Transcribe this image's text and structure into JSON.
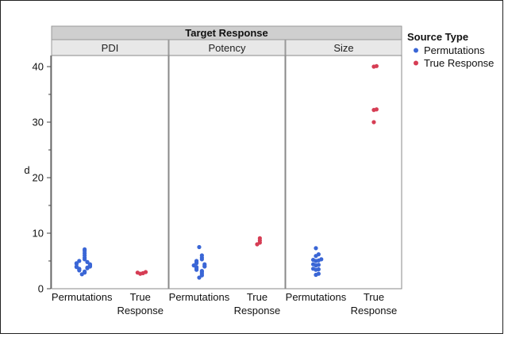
{
  "chart_data": {
    "type": "scatter",
    "title": "Target Response",
    "ylabel": "d",
    "ylim": [
      0,
      42
    ],
    "yticks": [
      0,
      10,
      20,
      30,
      40
    ],
    "grid": false,
    "legend_position": "right",
    "legend": {
      "title": "Source Type",
      "entries": [
        {
          "name": "Permutations",
          "color": "#3a66d6"
        },
        {
          "name": "True Response",
          "color": "#d63d54"
        }
      ]
    },
    "categories": [
      "Permutations",
      "True Response"
    ],
    "category_labels": [
      [
        "Permutations"
      ],
      [
        "True",
        "Response"
      ]
    ],
    "panels": [
      {
        "name": "PDI",
        "series": [
          {
            "name": "Permutations",
            "values": [
              2.6,
              2.9,
              3.1,
              3.3,
              3.5,
              3.6,
              3.7,
              3.8,
              3.9,
              4.0,
              4.0,
              4.1,
              4.2,
              4.3,
              4.4,
              4.5,
              4.6,
              4.8,
              5.0,
              5.3,
              5.6,
              6.0,
              6.4,
              6.8,
              7.1
            ]
          },
          {
            "name": "True Response",
            "values": [
              2.7,
              2.8,
              2.9,
              3.0
            ]
          }
        ]
      },
      {
        "name": "Potency",
        "series": [
          {
            "name": "Permutations",
            "values": [
              2.0,
              2.4,
              2.7,
              3.0,
              3.2,
              3.4,
              3.6,
              3.8,
              3.9,
              4.0,
              4.1,
              4.2,
              4.4,
              4.6,
              4.8,
              5.0,
              5.3,
              5.6,
              6.0,
              7.5
            ]
          },
          {
            "name": "True Response",
            "values": [
              8.0,
              8.3,
              8.7,
              9.1
            ]
          }
        ]
      },
      {
        "name": "Size",
        "series": [
          {
            "name": "Permutations",
            "values": [
              2.5,
              2.7,
              3.4,
              3.5,
              3.6,
              4.2,
              4.3,
              4.4,
              5.0,
              5.1,
              5.2,
              5.3,
              5.9,
              6.2,
              7.3
            ]
          },
          {
            "name": "True Response",
            "values": [
              30.0,
              32.2,
              32.3,
              40.0,
              40.1
            ]
          }
        ]
      }
    ]
  }
}
